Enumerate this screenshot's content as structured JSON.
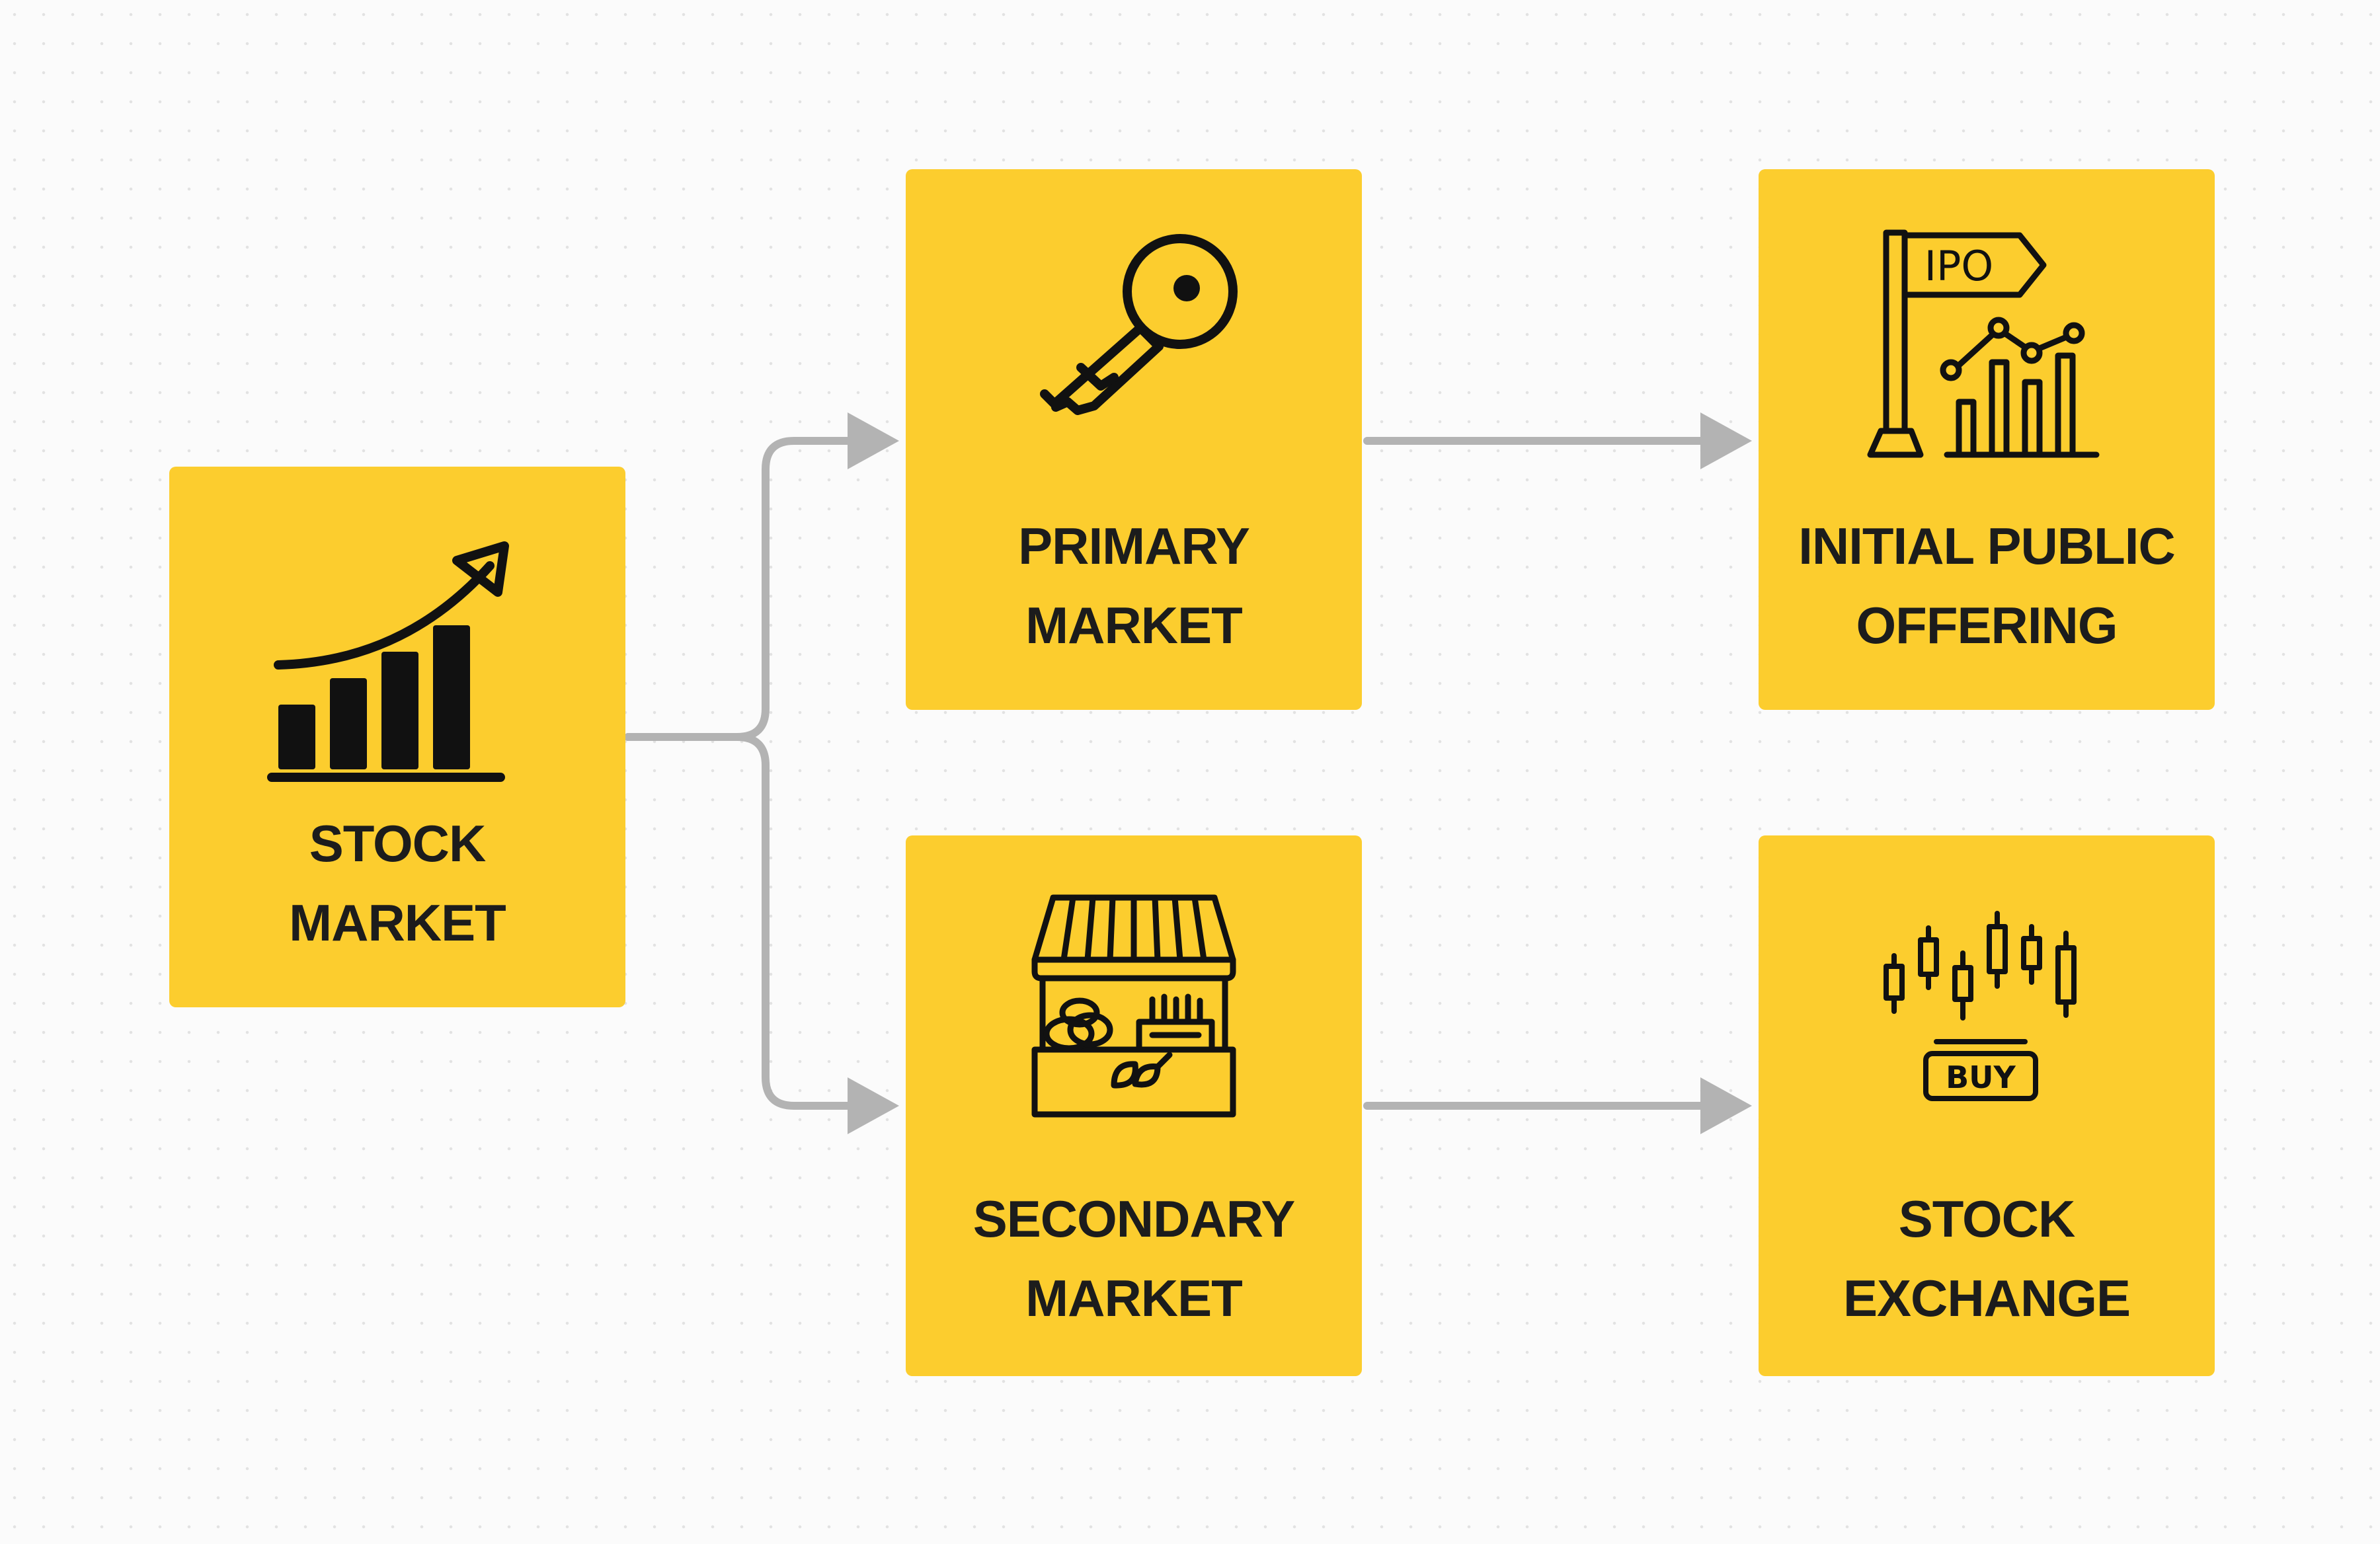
{
  "nodes": {
    "stock_market": {
      "line1": "STOCK",
      "line2": "MARKET",
      "icon": "growth-chart-icon"
    },
    "primary_market": {
      "line1": "PRIMARY",
      "line2": "MARKET",
      "icon": "key-icon"
    },
    "ipo": {
      "line1": "INITIAL PUBLIC",
      "line2": "OFFERING",
      "icon": "ipo-flag-chart-icon",
      "icon_text": "IPO"
    },
    "secondary_market": {
      "line1": "SECONDARY",
      "line2": "MARKET",
      "icon": "market-stall-icon"
    },
    "stock_exchange": {
      "line1": "STOCK",
      "line2": "EXCHANGE",
      "icon": "candlestick-buy-icon",
      "icon_text": "BUY"
    }
  },
  "edges": [
    {
      "from": "stock_market",
      "to": "primary_market"
    },
    {
      "from": "stock_market",
      "to": "secondary_market"
    },
    {
      "from": "primary_market",
      "to": "ipo"
    },
    {
      "from": "secondary_market",
      "to": "stock_exchange"
    }
  ],
  "colors": {
    "node_fill": "#fccd2e",
    "text": "#1c1c1c",
    "connector": "#b3b3b3",
    "background": "#fbfbfb"
  }
}
